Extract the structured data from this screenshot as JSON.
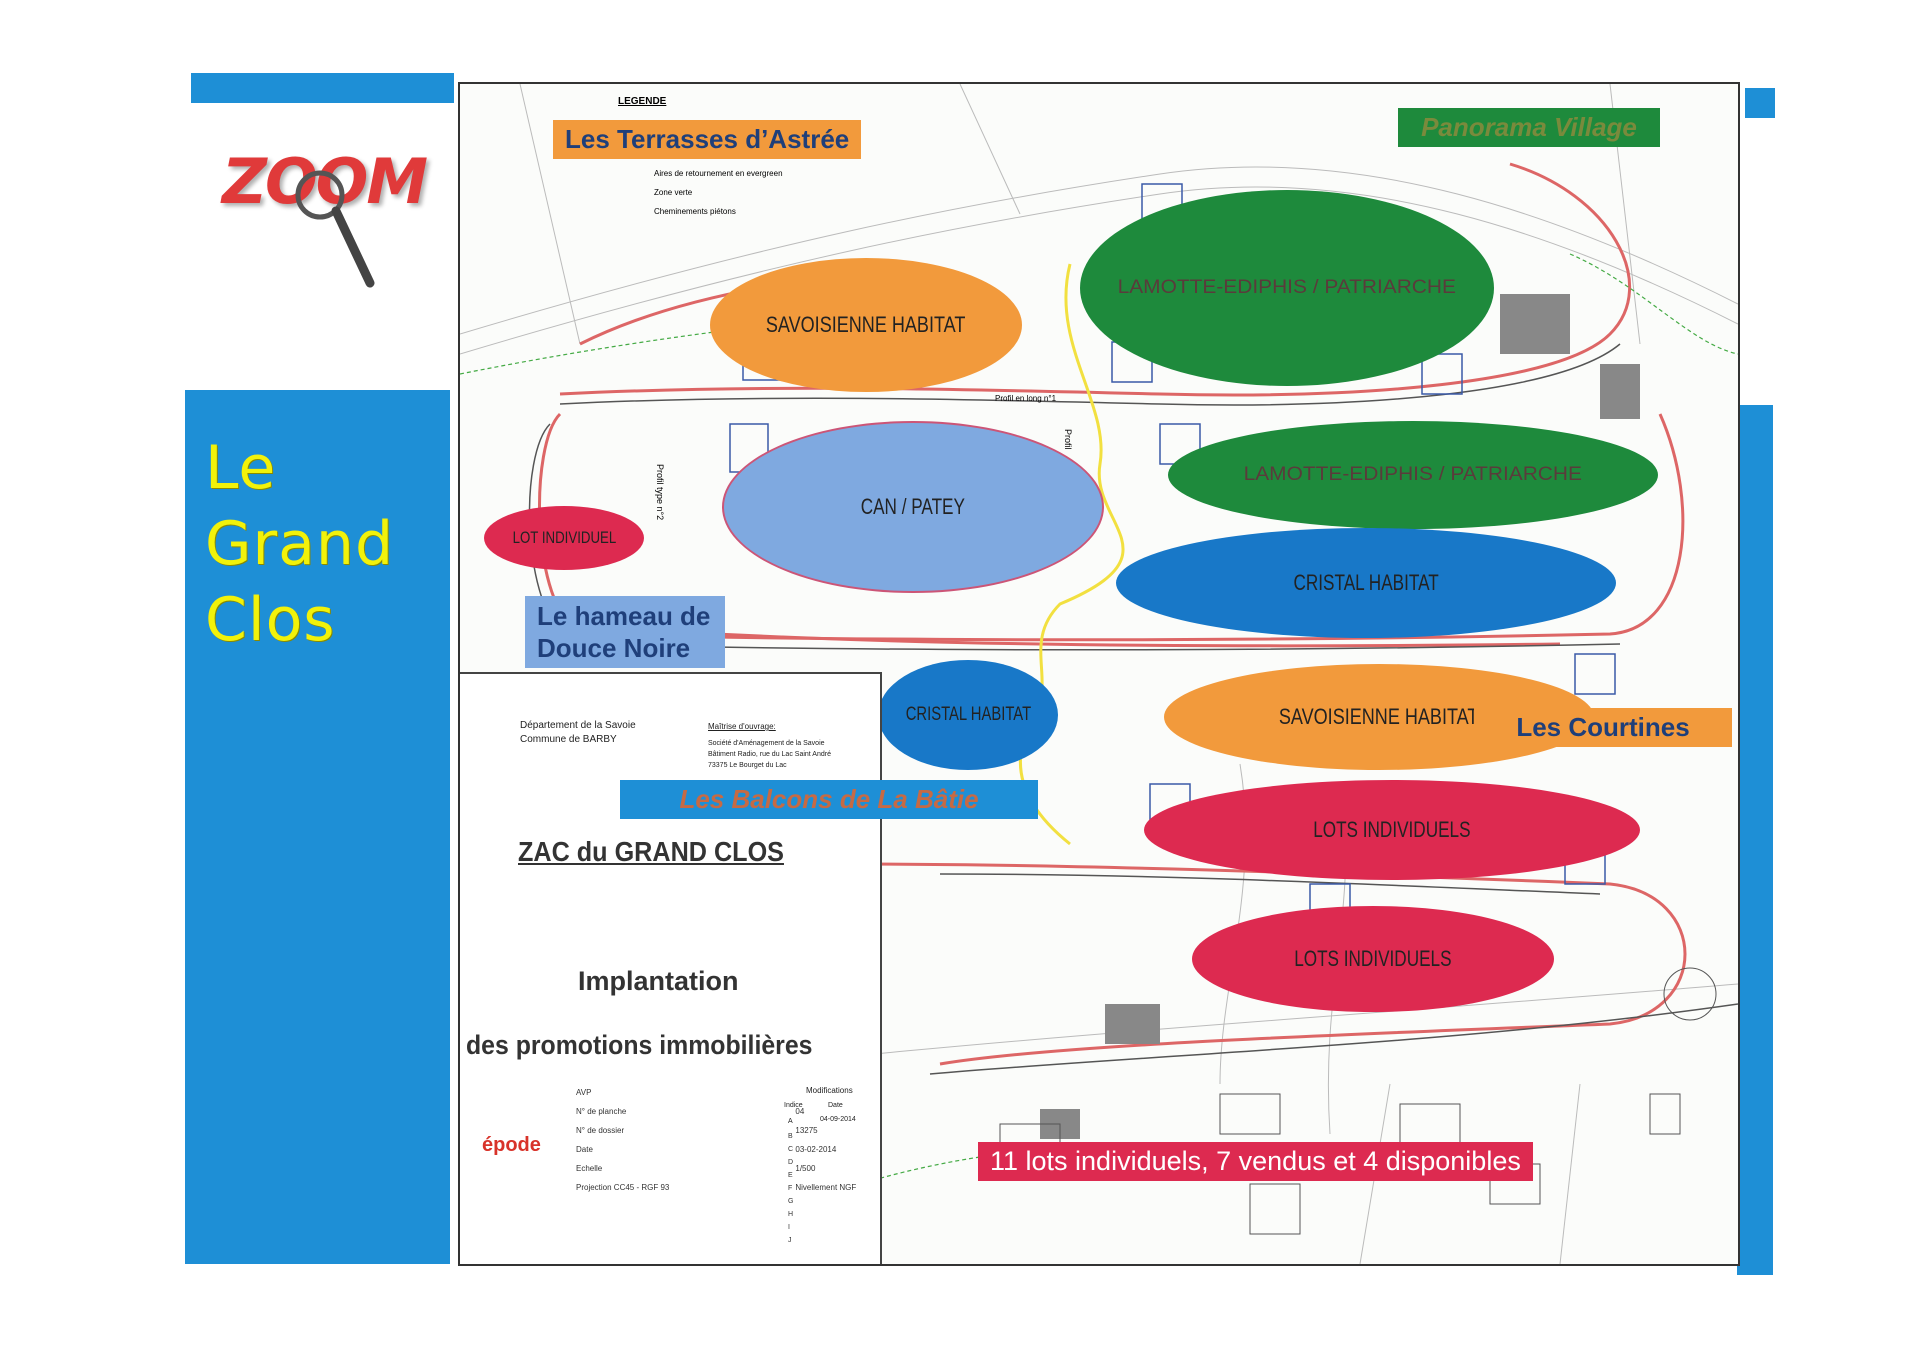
{
  "title": {
    "line1": "Le",
    "line2": "Grand",
    "line3": "Clos"
  },
  "zoom_logo": "ZOOM",
  "map": {
    "legend_title": "LEGENDE",
    "legend_items": [
      "Aires de retournement en evergreen",
      "Zone verte",
      "Cheminements piétons"
    ],
    "profile_labels": [
      "Profil en long n°1",
      "Profil type n°2",
      "Profil"
    ]
  },
  "zones": [
    {
      "label": "SAVOISIENNE HABITAT",
      "color": "#f29a3c"
    },
    {
      "label": "LAMOTTE-EDIPHIS / PATRIARCHE",
      "color": "#1e8a3c"
    },
    {
      "label": "CAN / PATEY",
      "color": "#7fa9e0"
    },
    {
      "label": "LAMOTTE-EDIPHIS / PATRIARCHE",
      "color": "#1e8a3c"
    },
    {
      "label": "LOT INDIVIDUEL",
      "color": "#dd2a50"
    },
    {
      "label": "CRISTAL HABITAT",
      "color": "#1878c8"
    },
    {
      "label": "CRISTAL HABITAT",
      "color": "#1878c8"
    },
    {
      "label": "SAVOISIENNE HABITAT",
      "color": "#f29a3c"
    },
    {
      "label": "LOTS INDIVIDUELS",
      "color": "#dd2a50"
    },
    {
      "label": "LOTS INDIVIDUELS",
      "color": "#dd2a50"
    }
  ],
  "tags": {
    "terrasses": "Les Terrasses d’Astrée",
    "panorama": "Panorama Village",
    "hameau_line1": "Le hameau de",
    "hameau_line2": "Douce Noire",
    "courtines": "Les Courtines",
    "balcons": "Les Balcons de La Bâtie",
    "lots_info": "11 lots individuels, 7 vendus et 4 disponibles"
  },
  "cartouche": {
    "dept_line1": "Département de la Savoie",
    "dept_line2": "Commune de BARBY",
    "maitrise_title": "Maîtrise d'ouvrage:",
    "maitrise_lines": [
      "Société d'Aménagement de la Savoie",
      "Bâtiment Radio, rue du Lac Saint André",
      "73375 Le Bourget du Lac"
    ],
    "project_title": "ZAC du GRAND CLOS",
    "subtitle_line1": "Implantation",
    "subtitle_line2": "des promotions immobilières",
    "firm": "épode",
    "fields": [
      {
        "label": "AVP",
        "value": ""
      },
      {
        "label": "N° de planche",
        "value": "04"
      },
      {
        "label": "N° de dossier",
        "value": "13275"
      },
      {
        "label": "Date",
        "value": "03-02-2014"
      },
      {
        "label": "Echelle",
        "value": "1/500"
      },
      {
        "label": "Projection CC45 - RGF 93",
        "value": "Nivellement NGF"
      }
    ],
    "modifications_title": "Modifications",
    "modifications_cols": [
      "Indice",
      "Date"
    ],
    "modifications_first": [
      "A",
      "04-09-2014"
    ],
    "indices": [
      "B",
      "C",
      "D",
      "E",
      "F",
      "G",
      "H",
      "I",
      "J"
    ]
  },
  "colors": {
    "blue_bar": "#1e8fd6",
    "title_yellow": "#f2f20a",
    "zoom_red": "#e03a3a"
  }
}
